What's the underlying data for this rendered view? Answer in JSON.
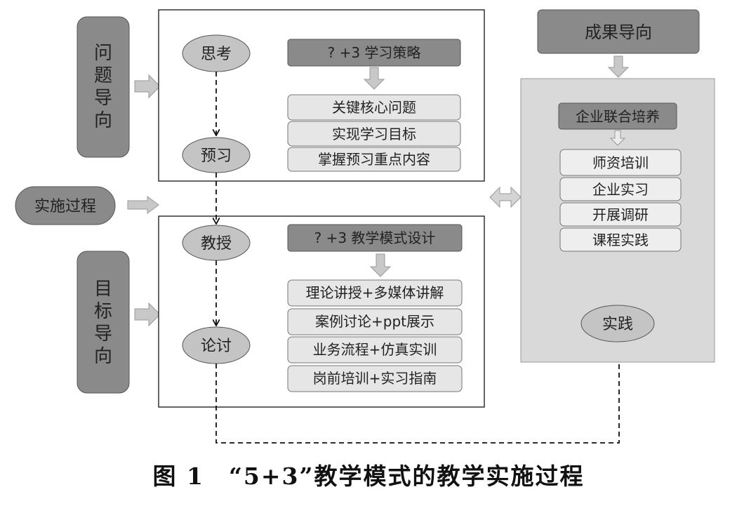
{
  "left_tabs": {
    "problem": [
      "问",
      "题",
      "导",
      "向"
    ],
    "process": "实施过程",
    "goal": [
      "目",
      "标",
      "导",
      "向"
    ]
  },
  "top_box": {
    "node1": "思考",
    "node2": "预习",
    "header": "? +3 学习策略",
    "items": [
      "关键核心问题",
      "实现学习目标",
      "掌握预习重点内容"
    ]
  },
  "bottom_box": {
    "node1": "教授",
    "node2": "论讨",
    "header": "? +3 教学模式设计",
    "items": [
      "理论讲授+多媒体讲解",
      "案例讨论+ppt展示",
      "业务流程+仿真实训",
      "岗前培训+实习指南"
    ]
  },
  "right_panel": {
    "title": "成果导向",
    "header": "企业联合培养",
    "items": [
      "师资培训",
      "企业实习",
      "开展调研",
      "课程实践"
    ],
    "practice": "实践"
  },
  "caption": "图 1　“5+3”教学模式的教学实施过程",
  "colors": {
    "dark_box": "#8a8a8a",
    "light_item": "#e6e6e6",
    "panel": "#d9d9d9",
    "oval": "#c4c4c4",
    "arrow": "#c8c8c8"
  }
}
